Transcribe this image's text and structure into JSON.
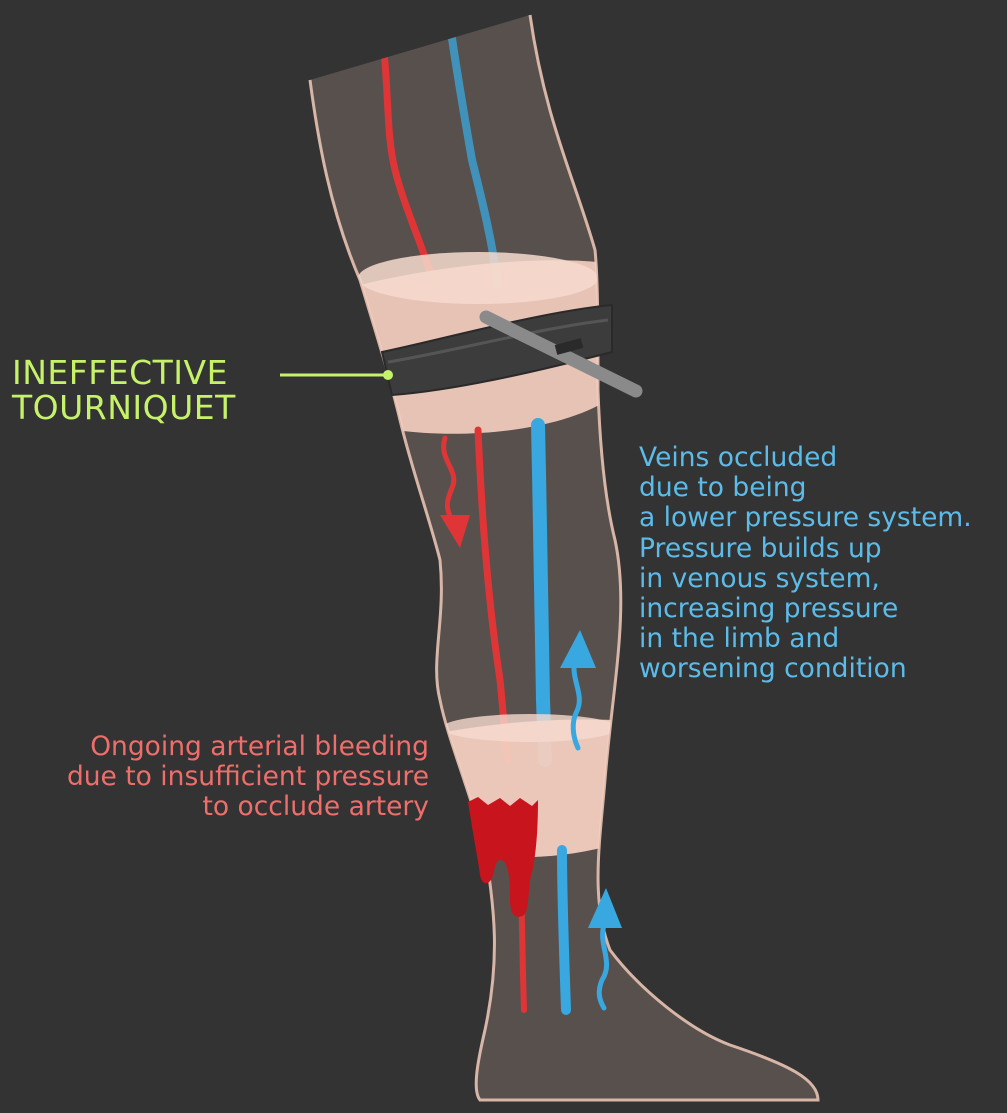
{
  "labels": {
    "tourniquet": [
      "INEFFECTIVE",
      "TOURNIQUET"
    ],
    "veins": [
      "Veins occluded",
      "due to being",
      "a lower pressure system.",
      "Pressure builds up",
      "in venous system,",
      "increasing pressure",
      "in the limb and",
      "worsening condition"
    ],
    "arterial": [
      "Ongoing arterial bleeding",
      "due to insufficient pressure",
      "to occlude artery"
    ]
  },
  "colors": {
    "background": "#333333",
    "leg_fill": "#5c5350",
    "leg_outline": "#d7b6a8",
    "bandage": "#f3cdbf",
    "strap": "#3c3c3c",
    "artery": "#e03536",
    "vein": "#39a8e0",
    "blood": "#c8141c",
    "tourniquet_label": "#c6f26a",
    "veins_label": "#5bbcea",
    "arterial_label": "#ee6e6b"
  }
}
